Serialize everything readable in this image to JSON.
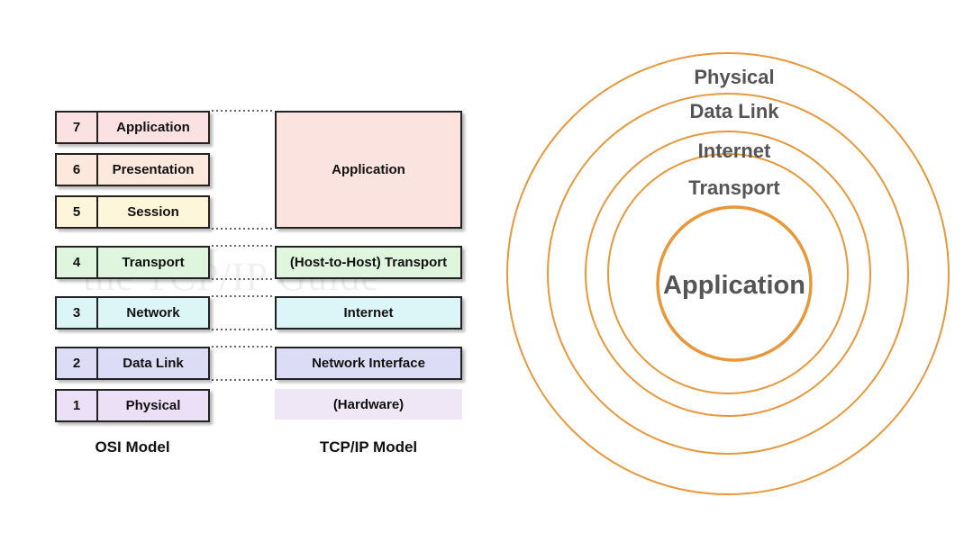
{
  "osi_model": {
    "title": "OSI Model",
    "layers": [
      {
        "number": "7",
        "name": "Application",
        "color": "#fbe1e2"
      },
      {
        "number": "6",
        "name": "Presentation",
        "color": "#fce8dc"
      },
      {
        "number": "5",
        "name": "Session",
        "color": "#fdf6da"
      },
      {
        "number": "4",
        "name": "Transport",
        "color": "#dff5dd"
      },
      {
        "number": "3",
        "name": "Network",
        "color": "#dcf6f7"
      },
      {
        "number": "2",
        "name": "Data Link",
        "color": "#dcdcf7"
      },
      {
        "number": "1",
        "name": "Physical",
        "color": "#ece0f6"
      }
    ]
  },
  "tcpip_model": {
    "title": "TCP/IP Model",
    "layers": [
      {
        "name": "Application",
        "color": "#fbe4e0"
      },
      {
        "name": "(Host-to-Host) Transport",
        "color": "#dff5dd"
      },
      {
        "name": "Internet",
        "color": "#dcf6f7"
      },
      {
        "name": "Network Interface",
        "color": "#dcdcf7"
      },
      {
        "name": "(Hardware)",
        "color": "#efe7f6"
      }
    ]
  },
  "watermark": "the TCP/IP Guide",
  "rings": {
    "color": "#e8973a",
    "labels": [
      "Physical",
      "Data Link",
      "Internet",
      "Transport",
      "Application"
    ]
  }
}
